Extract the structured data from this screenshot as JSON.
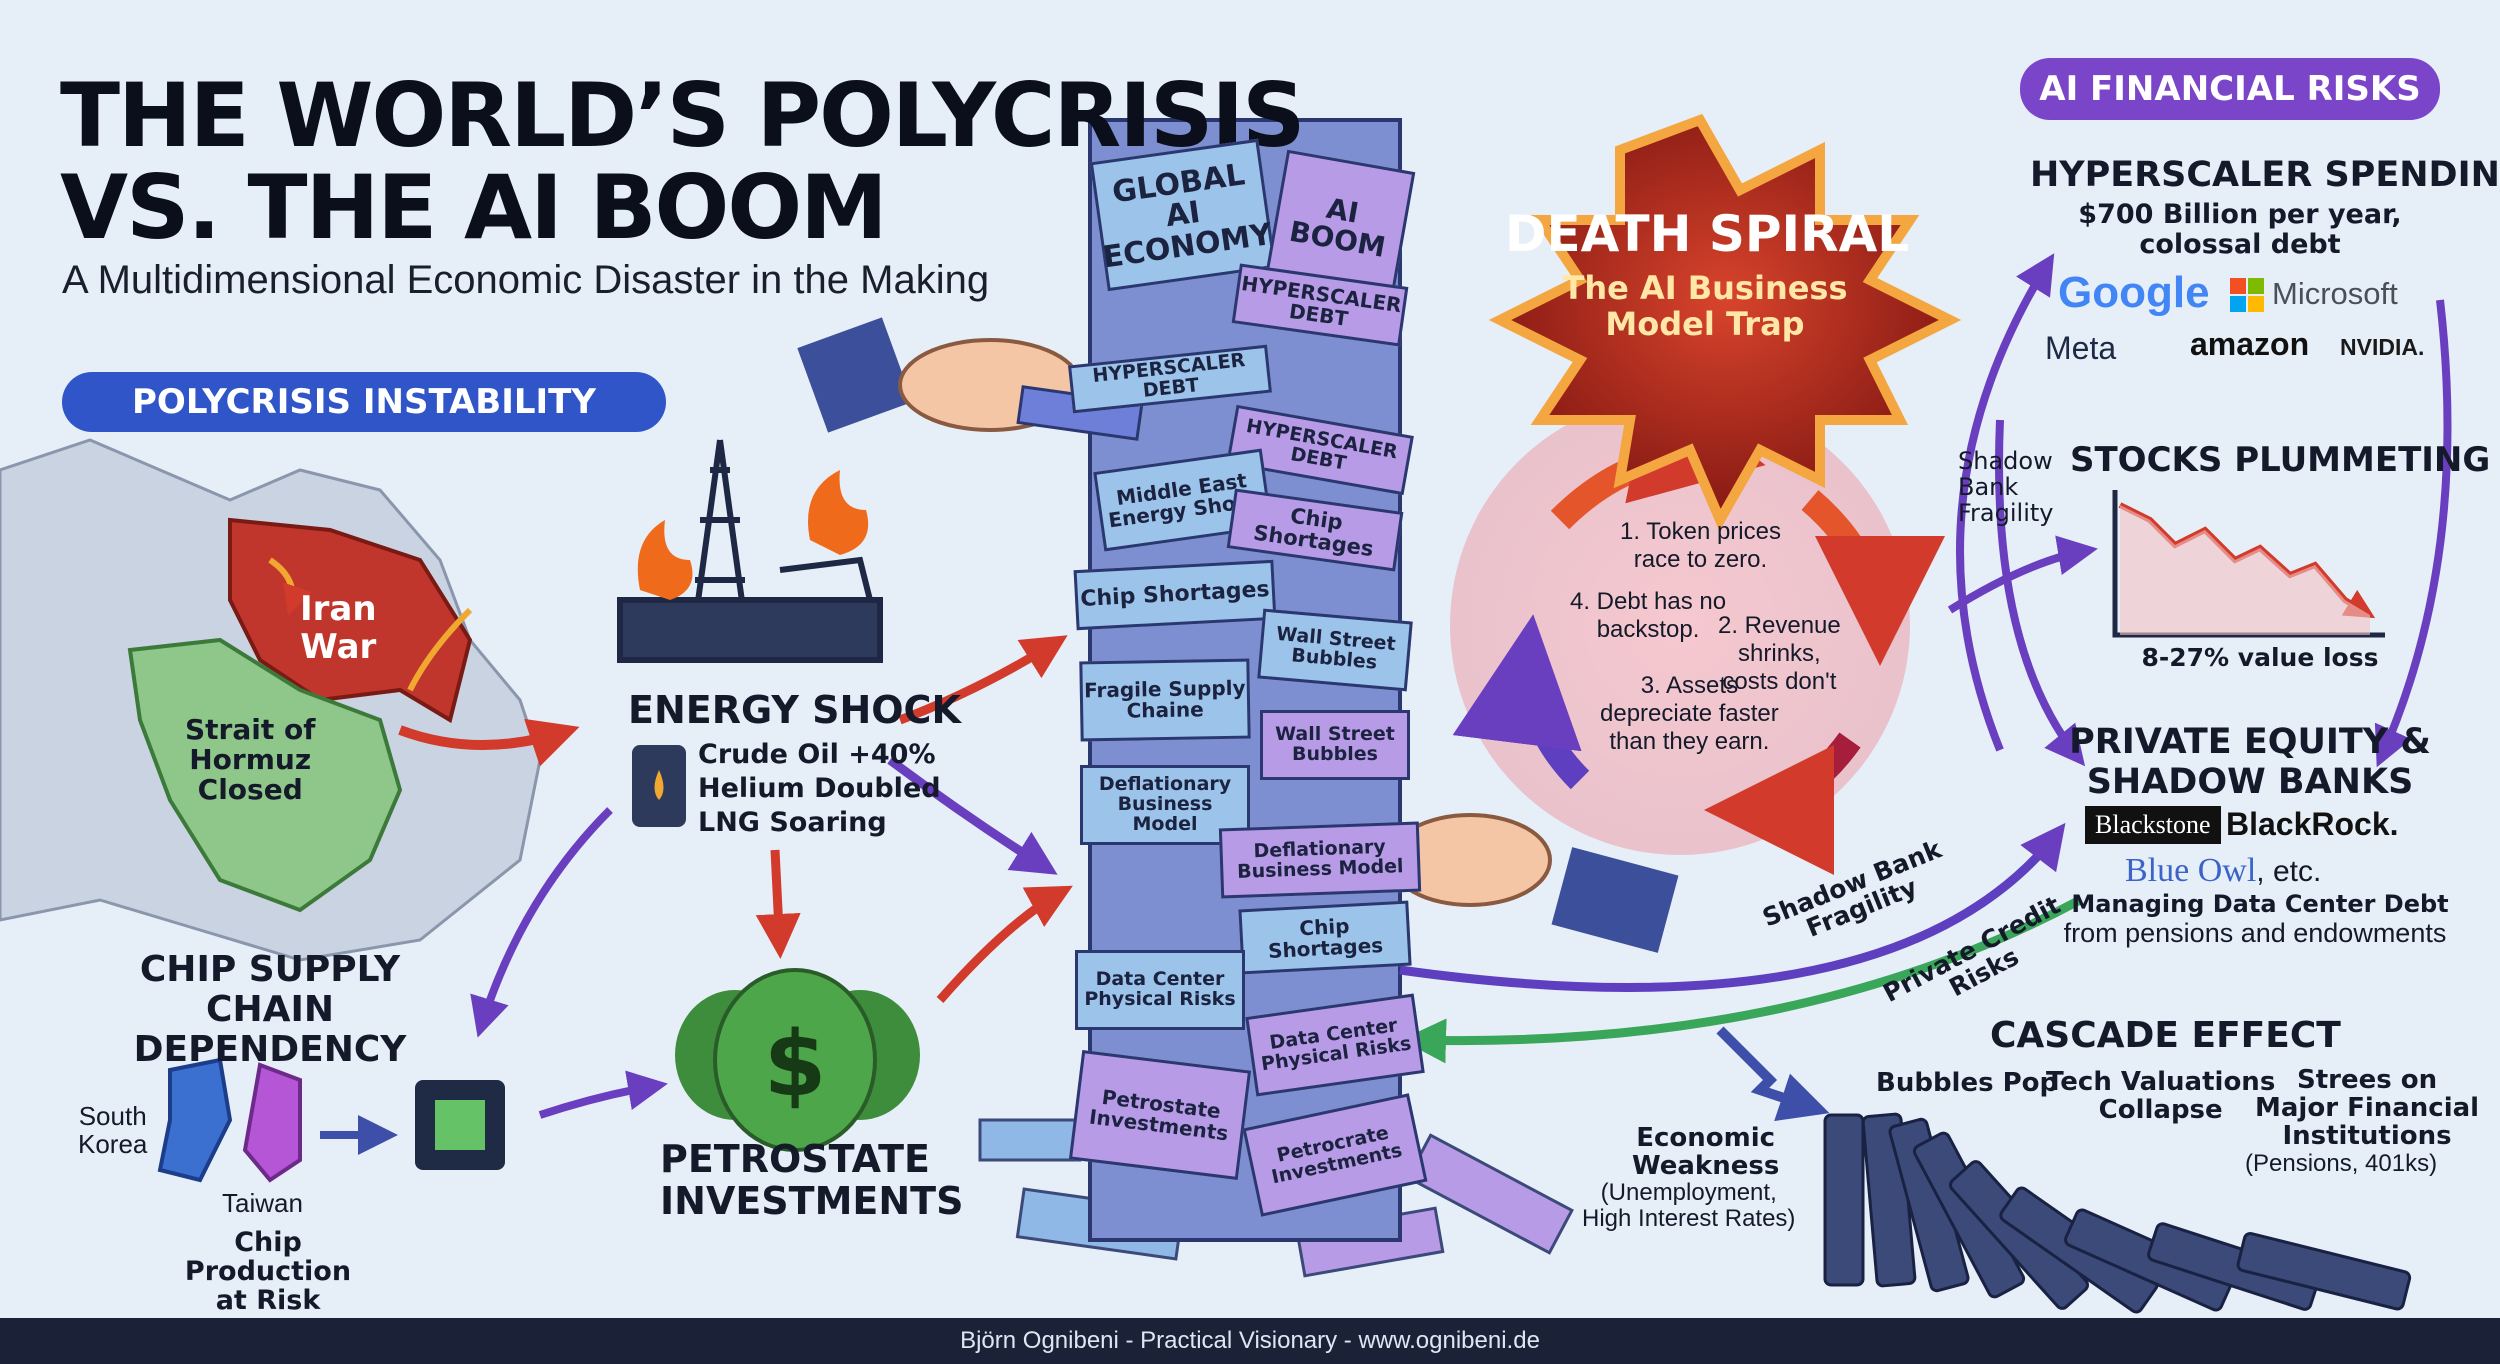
{
  "title": {
    "line1": "THE WORLD’S POLYCRISIS",
    "line2": "VS. THE AI BOOM",
    "subtitle": "A Multidimensional Economic Disaster in the Making"
  },
  "left": {
    "section_pill": "POLYCRISIS INSTABILITY",
    "map": {
      "iran": "Iran\nWar",
      "hormuz": "Strait of\nHormuz\nClosed"
    },
    "energy": {
      "title": "ENERGY SHOCK",
      "lines": [
        "Crude Oil +40%",
        "Helium Doubled",
        "LNG Soaring"
      ]
    },
    "chip": {
      "title": "CHIP SUPPLY CHAIN\nDEPENDENCY",
      "korea": "South\nKorea",
      "taiwan": "Taiwan",
      "risk": "Chip Production\nat Risk"
    },
    "petrostate": "PETROSTATE\nINVESTMENTS"
  },
  "tower": {
    "blocks": [
      "GLOBAL AI\nECONOMY",
      "AI BOOM",
      "HYPERSCALER DEBT",
      "HYPERSCALER DEBT",
      "HYPERSCALER DEBT",
      "Middle East\nEnergy Shock",
      "Chip Shortages",
      "Chip Shortages",
      "Wall Street\nBubbles",
      "Fragile Supply\nChaine",
      "Wall Street\nBubbles",
      "Deflationary\nBusiness Model",
      "Deflationary\nBusiness Model",
      "Chip Shortages",
      "Data Center\nPhysical Risks",
      "Data Center\nPhysical Risks",
      "Petrostate\nInvestments",
      "Petrocrate\nInvestments"
    ]
  },
  "spiral": {
    "title": "DEATH SPIRAL",
    "subtitle": "The AI Business\nModel Trap",
    "steps": [
      "1. Token prices\nrace to zero.",
      "2. Revenue\nshrinks,\ncosts don't",
      "3. Assets\ndepreciate faster\nthan they earn.",
      "4. Debt has no\nbackstop."
    ]
  },
  "right": {
    "section_pill": "AI FINANCIAL RISKS",
    "hyperscaler": {
      "title": "HYPERSCALER SPENDING",
      "detail": "$700 Billion per year,\ncolossal debt",
      "logos": [
        "Google",
        "Microsoft",
        "Meta",
        "amazon",
        "NVIDIA."
      ]
    },
    "shadow_side": "Shadow\nBank\nFragility",
    "stocks": {
      "title": "STOCKS PLUMMETING",
      "caption": "8-27% value loss"
    },
    "pe": {
      "title": "PRIVATE EQUITY &\nSHADOW BANKS",
      "logos": [
        "Blackstone",
        "BlackRock.",
        "Blue Owl",
        ", etc."
      ],
      "detail1": "Managing Data Center Debt",
      "detail2": "from pensions and endowments"
    },
    "arrow_labels": {
      "shadow": "Shadow Bank\nFragility",
      "credit": "Private Credit\nRisks"
    },
    "cascade": {
      "title": "CASCADE EFFECT",
      "bubbles": "Bubbles Pop",
      "tech": "Tech Valuations\nCollapse",
      "stress": "Strees on\nMajor Financial\nInstitutions",
      "stress_sub": "(Pensions, 401ks)",
      "econ": "Economic\nWeakness",
      "econ_sub": "(Unemployment,\nHigh Interest Rates)"
    }
  },
  "footer": "Björn Ognibeni - Practical Visionary - www.ognibeni.de",
  "colors": {
    "blue_pill": "#2f55c8",
    "purple_pill": "#7b45c9",
    "blockBlue": "#9cc3ea",
    "blockPurple": "#b79be6",
    "spiral_red": "#b3261b",
    "iran": "#c0362c",
    "hormuz": "#8fc78a"
  },
  "icons": [
    "oil-rig-icon",
    "fire-icon",
    "oil-barrel-icon",
    "money-bag-icon",
    "chip-icon",
    "hand-icon",
    "lightning-icon",
    "domino-icon",
    "line-chart-icon"
  ]
}
